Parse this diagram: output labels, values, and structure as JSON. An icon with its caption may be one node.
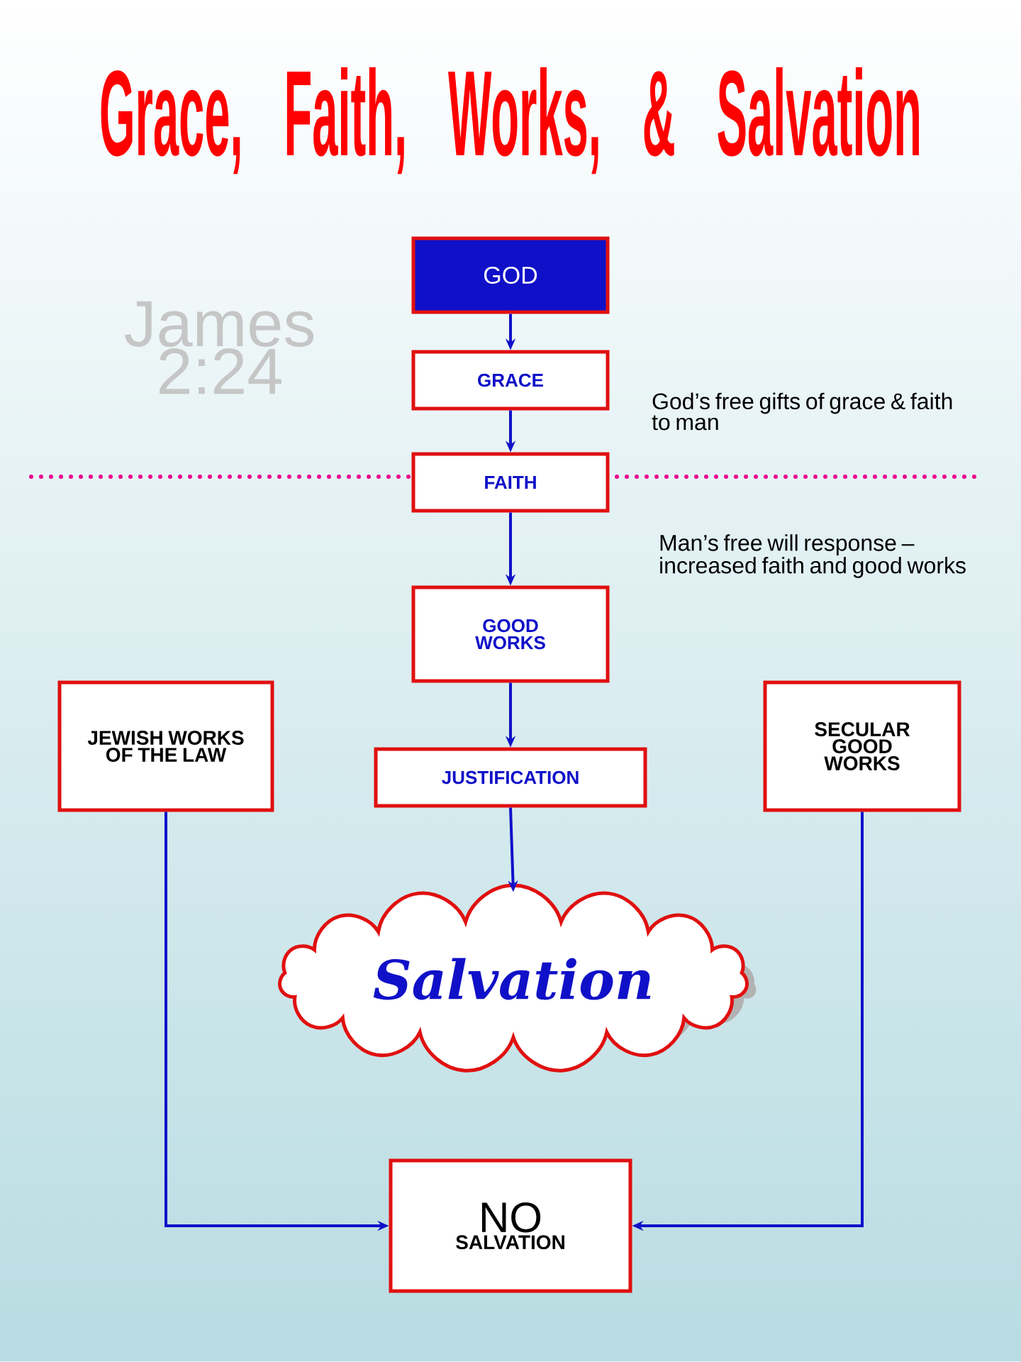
{
  "diagram": {
    "title": "Grace, Faith, Works, & Salvation",
    "nodes": [
      {
        "text": [
          "GOD"
        ]
      },
      {
        "text": [
          "GRACE"
        ]
      },
      {
        "text": [
          "FAITH"
        ]
      },
      {
        "text": [
          "GOOD WORKS"
        ]
      },
      {
        "text": [
          "JUSTIFICATION"
        ]
      },
      {
        "text": [
          "Salvation"
        ]
      },
      {
        "text": [
          "JEWISH WORKS OF THE LAW"
        ]
      },
      {
        "text": [
          "SECULAR GOOD WORKS"
        ]
      },
      {
        "text": [
          "NO",
          "SALVATION"
        ]
      }
    ],
    "edges": [
      {
        "from": 0,
        "to": 1,
        "arrow": "to"
      },
      {
        "from": 1,
        "to": 2,
        "arrow": "to"
      },
      {
        "from": 2,
        "to": 3,
        "arrow": "to"
      },
      {
        "from": 3,
        "to": 4,
        "arrow": "to"
      },
      {
        "from": 4,
        "to": 5,
        "arrow": "to"
      },
      {
        "from": 6,
        "to": 8,
        "arrow": "to"
      },
      {
        "from": 7,
        "to": 8,
        "arrow": "to"
      }
    ],
    "labels": [
      "James 2:24",
      "God’s free gifts of grace & faith to man",
      "Man’s free will response – increased faith and good works"
    ]
  }
}
